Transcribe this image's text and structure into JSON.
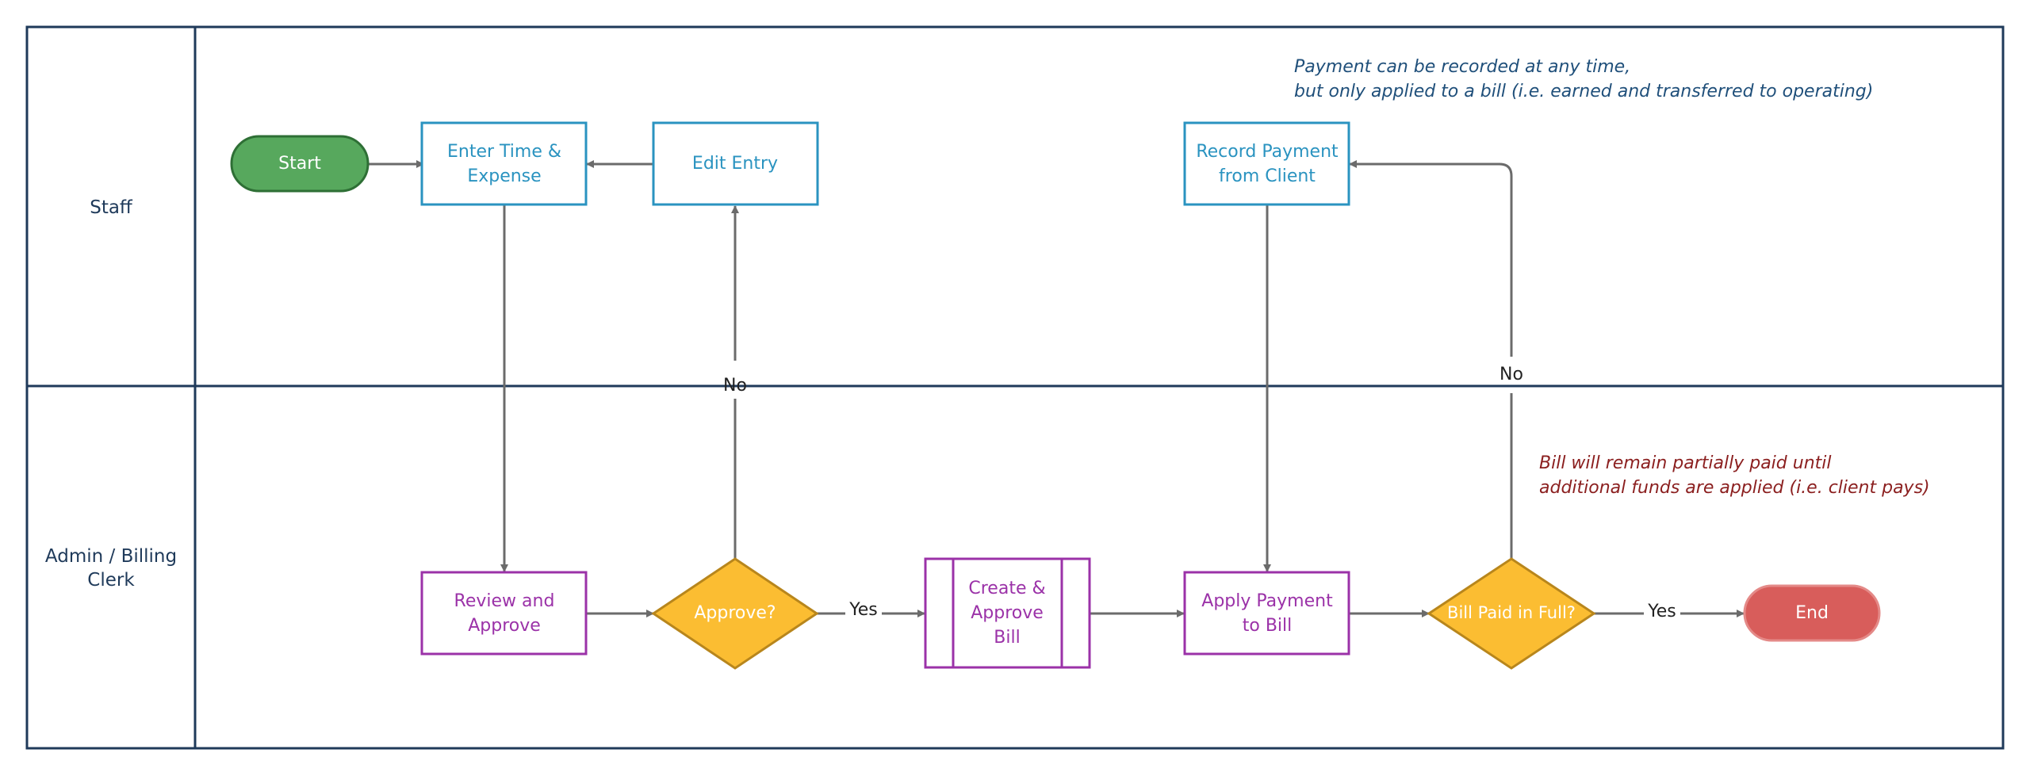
{
  "lanes": {
    "staff": "Staff",
    "admin_line1": "Admin / Billing",
    "admin_line2": "Clerk"
  },
  "nodes": {
    "start": "Start",
    "enter_time_1": "Enter Time &",
    "enter_time_2": "Expense",
    "edit_entry": "Edit Entry",
    "record_payment_1": "Record Payment",
    "record_payment_2": "from Client",
    "review_1": "Review and",
    "review_2": "Approve",
    "approve": "Approve?",
    "create_bill_1": "Create &",
    "create_bill_2": "Approve",
    "create_bill_3": "Bill",
    "apply_payment_1": "Apply Payment",
    "apply_payment_2": "to Bill",
    "bill_paid": "Bill Paid in Full?",
    "end": "End"
  },
  "edges": {
    "approve_no": "No",
    "approve_yes": "Yes",
    "bill_no": "No",
    "bill_yes": "Yes"
  },
  "notes": {
    "payment_1": "Payment can be recorded at any time,",
    "payment_2": "but only applied to a bill (i.e. earned and transferred to operating)",
    "partial_1": "Bill will remain partially paid until",
    "partial_2": "additional funds are applied (i.e. client pays)"
  },
  "colors": {
    "lane_border": "#1f3a5a",
    "staff_box": "#2a93c0",
    "admin_box": "#9b32a8",
    "decision_fill": "#fbbd32",
    "decision_stroke": "#b8861c",
    "start_fill": "#57a85d",
    "start_stroke": "#2e6f35",
    "end_fill": "#d85d5b",
    "end_stroke": "#e48a88",
    "connector": "#6b6b6b",
    "note_blue": "#1f4f7a",
    "note_red": "#8b1f1f"
  }
}
